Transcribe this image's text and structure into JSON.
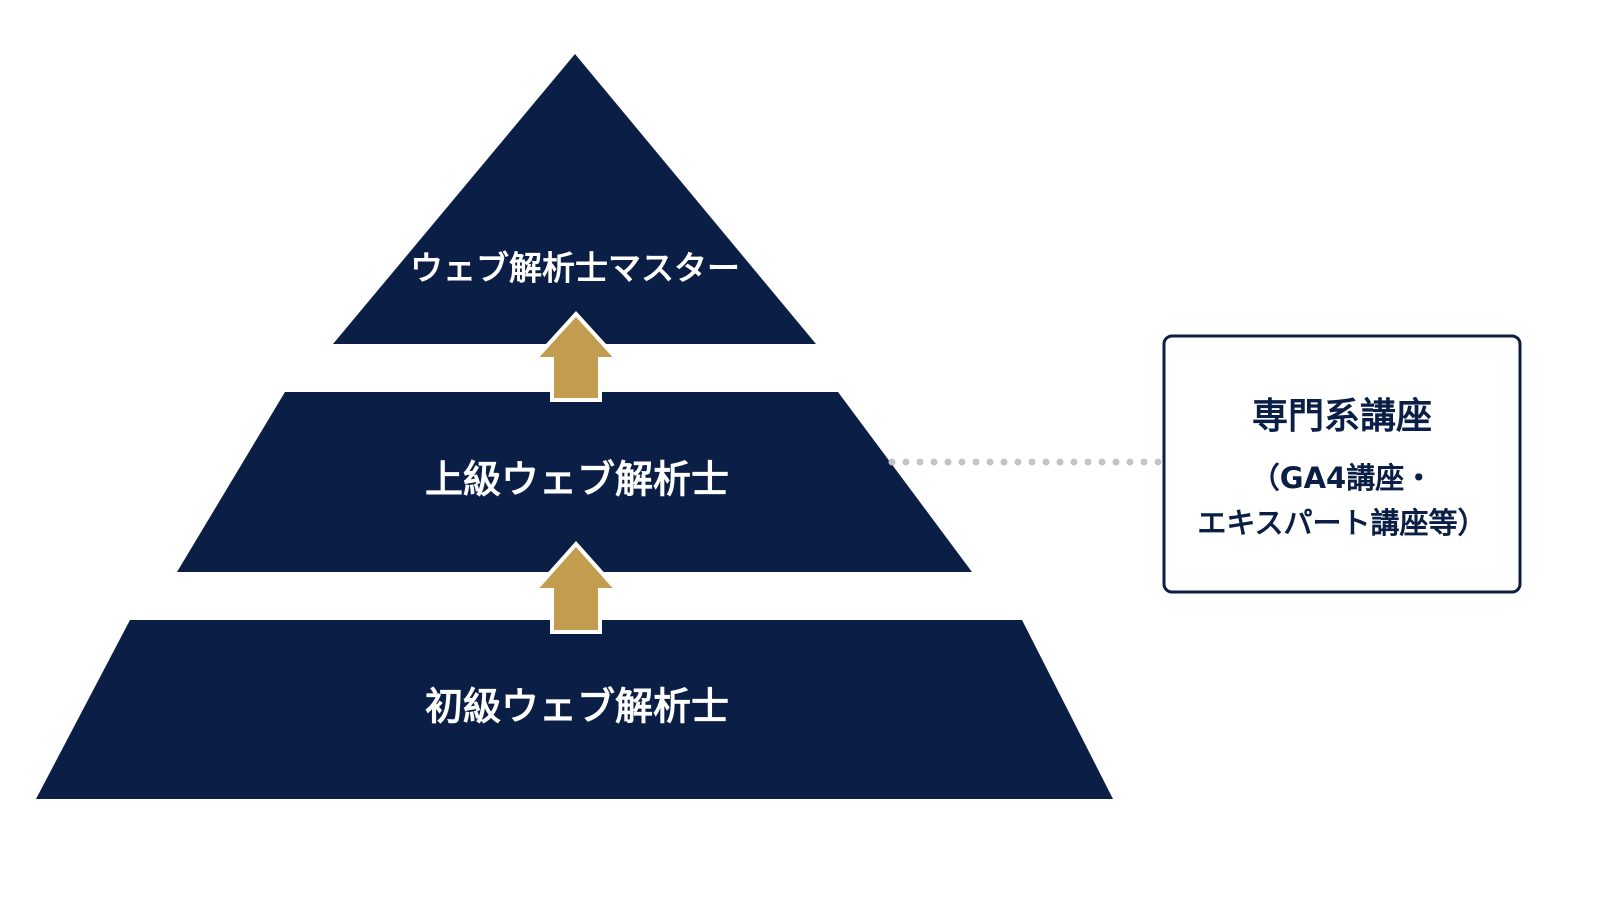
{
  "colors": {
    "pyramid": "#0b1e45",
    "arrow": "#c29c4f",
    "arrow_outline": "#ffffff",
    "connector": "#c2c4c8",
    "box_border": "#0b1e45",
    "text_light": "#ffffff",
    "text_dark": "#0b1e45"
  },
  "pyramid": {
    "tiers": [
      {
        "label": "ウェブ解析士マスター"
      },
      {
        "label": "上級ウェブ解析士"
      },
      {
        "label": "初級ウェブ解析士"
      }
    ]
  },
  "side_box": {
    "title": "専門系講座",
    "line1": "（GA4講座・",
    "line2": "エキスパート講座等）"
  }
}
